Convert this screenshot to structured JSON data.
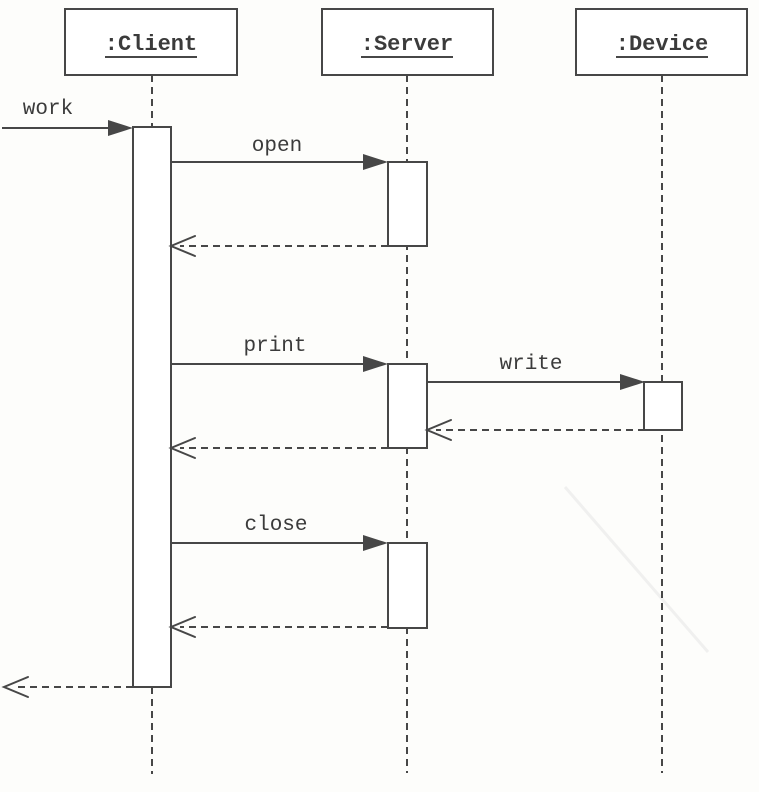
{
  "diagram": {
    "type": "uml-sequence-diagram",
    "colors": {
      "background": "#fdfdfb",
      "line": "#474747",
      "text": "#3b3b3b"
    },
    "lifelines": [
      {
        "name": ":Client"
      },
      {
        "name": ":Server"
      },
      {
        "name": ":Device"
      }
    ],
    "messages": [
      {
        "label": "work",
        "kind": "sync-call",
        "from": "external",
        "to": ":Client"
      },
      {
        "label": "open",
        "kind": "sync-call",
        "from": ":Client",
        "to": ":Server"
      },
      {
        "label": "print",
        "kind": "sync-call",
        "from": ":Client",
        "to": ":Server"
      },
      {
        "label": "write",
        "kind": "sync-call",
        "from": ":Server",
        "to": ":Device"
      },
      {
        "label": "close",
        "kind": "sync-call",
        "from": ":Client",
        "to": ":Server"
      }
    ],
    "returns": [
      {
        "from": ":Server",
        "to": ":Client",
        "after": "open"
      },
      {
        "from": ":Device",
        "to": ":Server",
        "after": "write"
      },
      {
        "from": ":Server",
        "to": ":Client",
        "after": "print"
      },
      {
        "from": ":Server",
        "to": ":Client",
        "after": "close"
      },
      {
        "from": ":Client",
        "to": "external",
        "after": "work"
      }
    ]
  }
}
